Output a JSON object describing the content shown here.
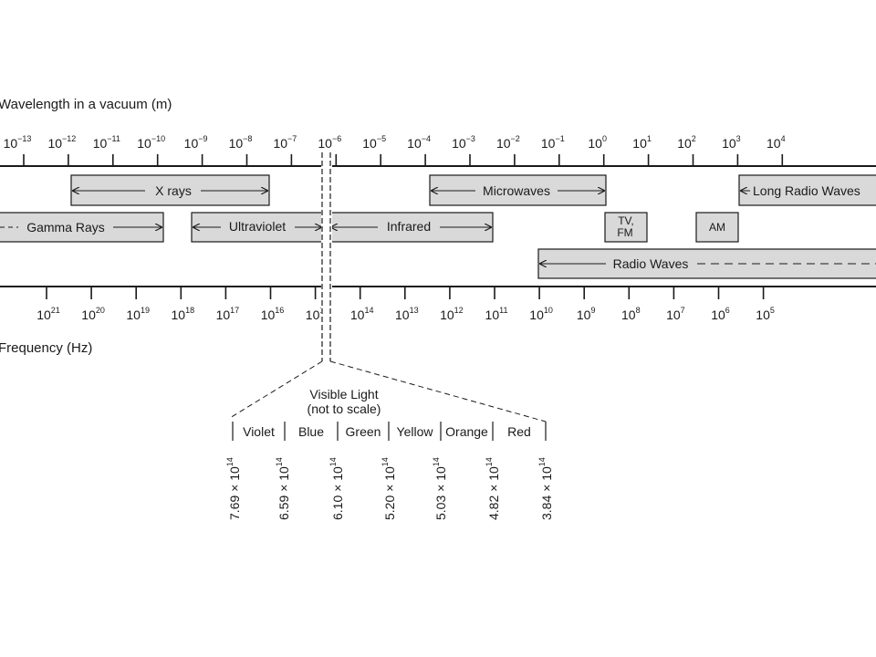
{
  "wavelength_axis": {
    "title": "Wavelength in a vacuum (m)",
    "unit_base": "10",
    "exponents": [
      "−13",
      "−12",
      "−11",
      "−10",
      "−9",
      "−8",
      "−7",
      "−6",
      "−5",
      "−4",
      "−3",
      "−2",
      "−1",
      "0",
      "1",
      "2",
      "3",
      "4"
    ]
  },
  "frequency_axis": {
    "title": "Frequency (Hz)",
    "unit_base": "10",
    "exponents": [
      "21",
      "20",
      "19",
      "18",
      "17",
      "16",
      "15",
      "14",
      "13",
      "12",
      "11",
      "10",
      "9",
      "8",
      "7",
      "6",
      "5"
    ]
  },
  "bands": {
    "xrays": "X rays",
    "microwaves": "Microwaves",
    "long_radio": "Long Radio Waves",
    "gamma": "Gamma Rays",
    "ultraviolet": "Ultraviolet",
    "infrared": "Infrared",
    "tv_fm_line1": "TV,",
    "tv_fm_line2": "FM",
    "am": "AM",
    "radio": "Radio Waves"
  },
  "visible": {
    "title_line1": "Visible Light",
    "title_line2": "(not to scale)",
    "colors": [
      "Violet",
      "Blue",
      "Green",
      "Yellow",
      "Orange",
      "Red"
    ],
    "boundaries": [
      {
        "mantissa": "7.69 × 10",
        "exp": "14"
      },
      {
        "mantissa": "6.59 × 10",
        "exp": "14"
      },
      {
        "mantissa": "6.10 × 10",
        "exp": "14"
      },
      {
        "mantissa": "5.20 × 10",
        "exp": "14"
      },
      {
        "mantissa": "5.03 × 10",
        "exp": "14"
      },
      {
        "mantissa": "4.82 × 10",
        "exp": "14"
      },
      {
        "mantissa": "3.84 × 10",
        "exp": "14"
      }
    ]
  },
  "colors": {
    "band_fill": "#d9d9d9",
    "line": "#1a1a1a",
    "background": "#ffffff"
  }
}
